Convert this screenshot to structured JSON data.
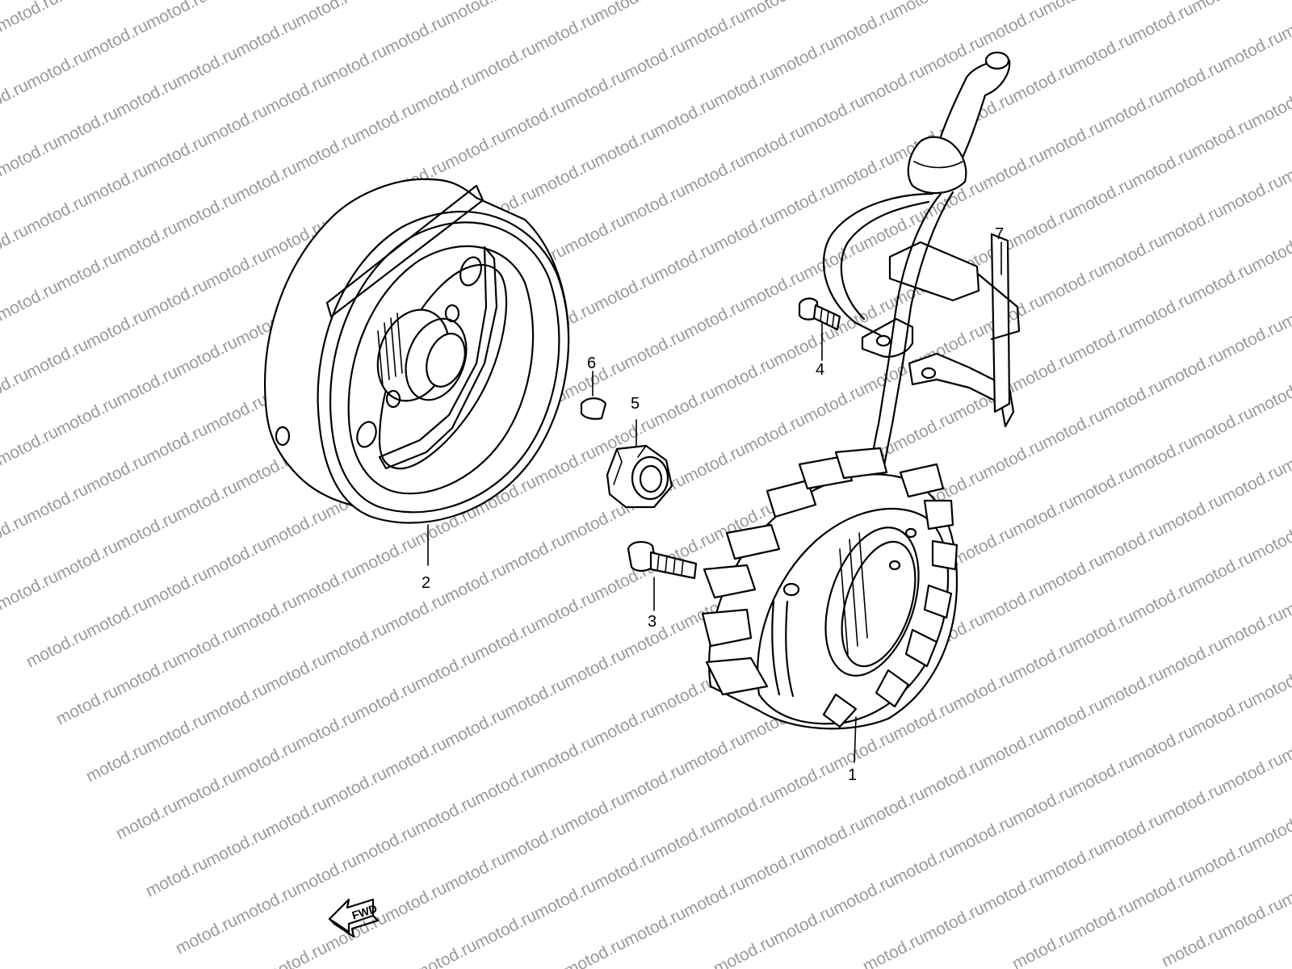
{
  "watermark": "motod.ru",
  "callouts": [
    {
      "id": "1",
      "label": "1"
    },
    {
      "id": "2",
      "label": "2"
    },
    {
      "id": "3",
      "label": "3"
    },
    {
      "id": "4",
      "label": "4"
    },
    {
      "id": "5",
      "label": "5"
    },
    {
      "id": "6",
      "label": "6"
    },
    {
      "id": "7",
      "label": "7"
    }
  ],
  "direction_arrow": {
    "label": "FWD",
    "icon": "fwd-arrow-icon"
  },
  "colors": {
    "ink": "#000000",
    "watermark": "#9a9a9a",
    "background": "#ffffff"
  }
}
